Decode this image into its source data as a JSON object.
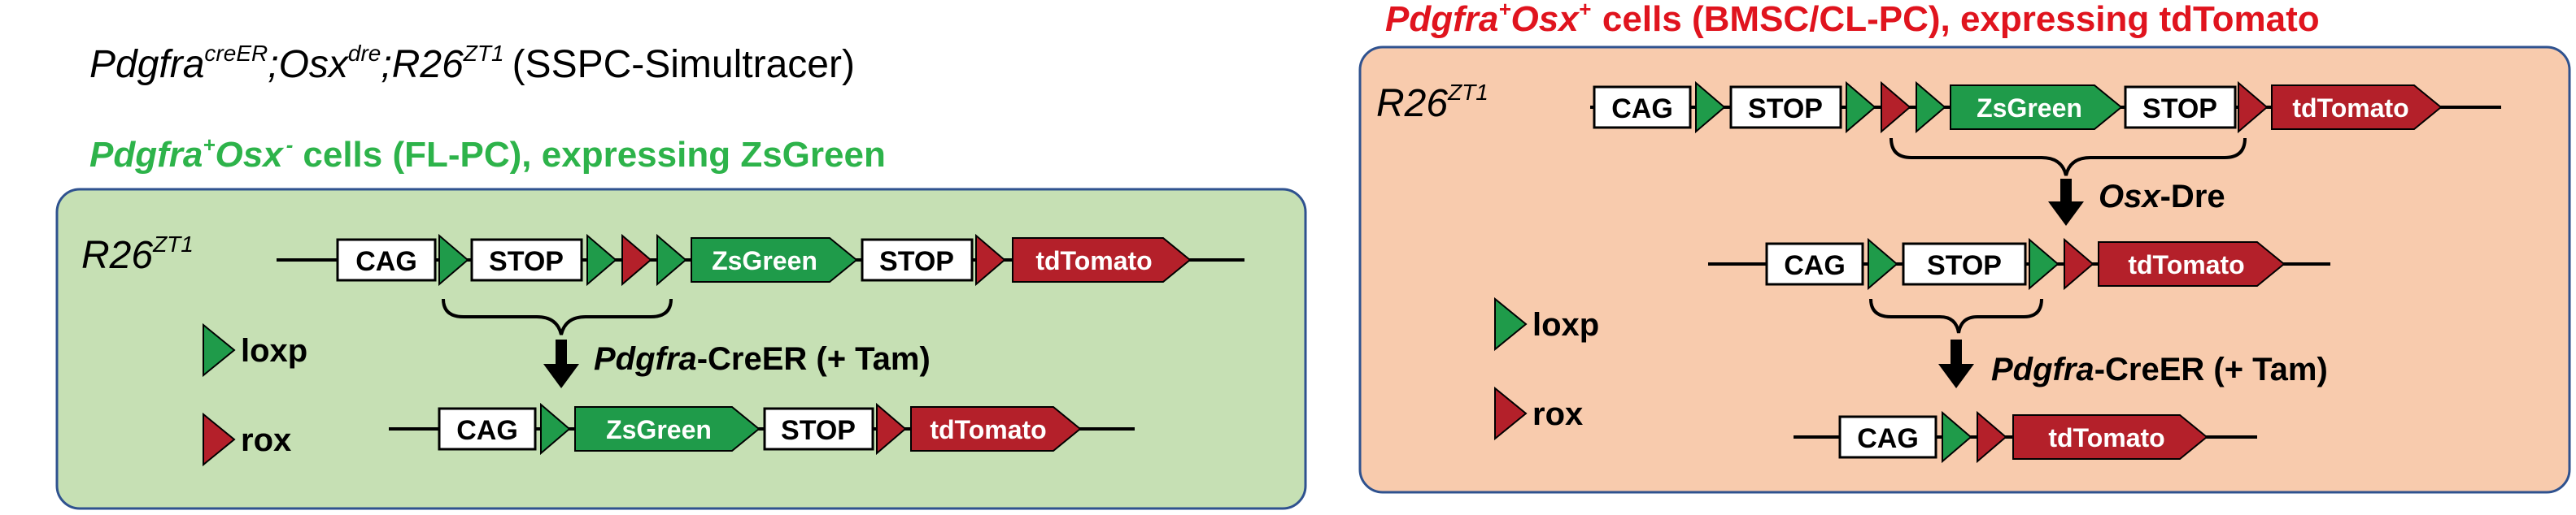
{
  "mouse_line": {
    "pdgfra": "Pdgfra",
    "pdgfra_sup": "creER",
    "sep1": ";",
    "osx": "Osx",
    "osx_sup": "dre",
    "sep2": ";",
    "r26": "R26",
    "r26_sup": "ZT1",
    "label": "(SSPC-Simultracer)"
  },
  "left_panel": {
    "heading_pdgfra": "Pdgfra",
    "heading_pdgfra_sup": "+",
    "heading_osx": "Osx",
    "heading_osx_sup": "-",
    "heading_rest": "cells (FL-PC), expressing ZsGreen",
    "allele": "R26",
    "allele_sup": "ZT1",
    "arrow_gene": "Pdgfra",
    "arrow_rest": "-CreER (+ Tam)",
    "legend_loxp": "loxp",
    "legend_rox": "rox"
  },
  "right_panel": {
    "heading_pdgfra": "Pdgfra",
    "heading_pdgfra_sup": "+",
    "heading_osx": "Osx",
    "heading_osx_sup": "+",
    "heading_rest": "cells (BMSC/CL-PC), expressing tdTomato",
    "allele": "R26",
    "allele_sup": "ZT1",
    "arrow1_gene": "Osx",
    "arrow1_rest": "-Dre",
    "arrow2_gene": "Pdgfra",
    "arrow2_rest": "-CreER (+ Tam)",
    "legend_loxp": "loxp",
    "legend_rox": "rox"
  },
  "elements": {
    "cag": "CAG",
    "stop": "STOP",
    "zsgreen": "ZsGreen",
    "tdtomato": "tdTomato"
  },
  "colors": {
    "green_text": "#2db34a",
    "red_text": "#e0141e",
    "left_panel_fill": "#c6e0b4",
    "right_panel_fill": "#f8cbad",
    "panel_border": "#2f528f",
    "loxp": "#1f9b4a",
    "rox": "#b4202a",
    "zsgreen_fill": "#1f9b4a",
    "tdtomato_fill": "#b4202a"
  }
}
